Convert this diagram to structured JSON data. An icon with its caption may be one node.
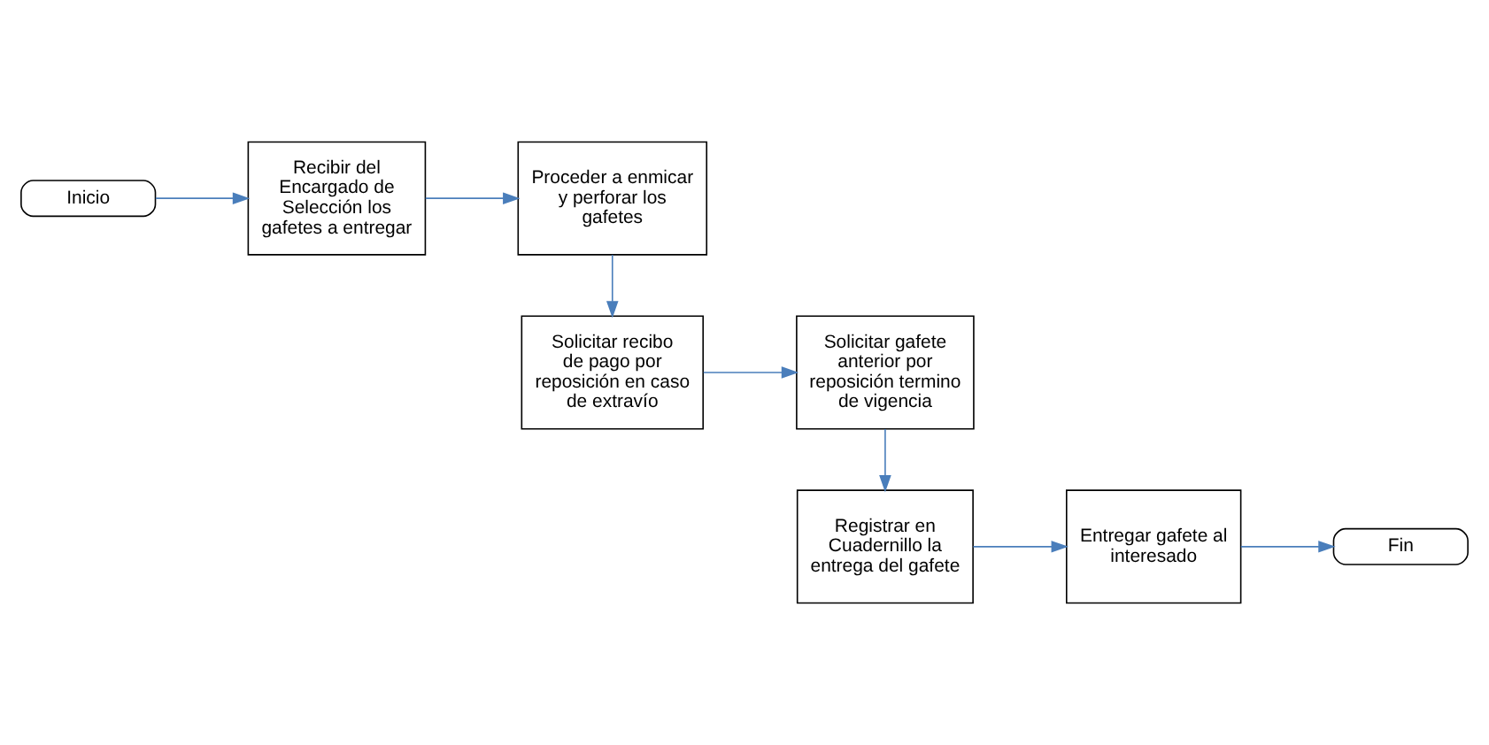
{
  "diagram": {
    "nodes": [
      {
        "text": [
          "Inicio"
        ]
      },
      {
        "text": [
          "Recibir del Encargado de Selección los gafetes a entregar"
        ]
      },
      {
        "text": [
          "Proceder a enmicar y perforar los gafetes"
        ]
      },
      {
        "text": [
          "Solicitar recibo de pago por reposición en caso de extravío"
        ]
      },
      {
        "text": [
          "Solicitar gafete anterior por reposición termino de vigencia"
        ]
      },
      {
        "text": [
          "Registrar en Cuadernillo la entrega del gafete"
        ]
      },
      {
        "text": [
          "Entregar gafete al interesado"
        ]
      },
      {
        "text": [
          "Fin"
        ]
      }
    ],
    "edges": [
      {
        "from": 0,
        "to": 1,
        "arrow": "to"
      },
      {
        "from": 1,
        "to": 2,
        "arrow": "to"
      },
      {
        "from": 2,
        "to": 3,
        "arrow": "to"
      },
      {
        "from": 3,
        "to": 4,
        "arrow": "to"
      },
      {
        "from": 4,
        "to": 5,
        "arrow": "to"
      },
      {
        "from": 5,
        "to": 6,
        "arrow": "to"
      },
      {
        "from": 6,
        "to": 7,
        "arrow": "to"
      }
    ]
  }
}
